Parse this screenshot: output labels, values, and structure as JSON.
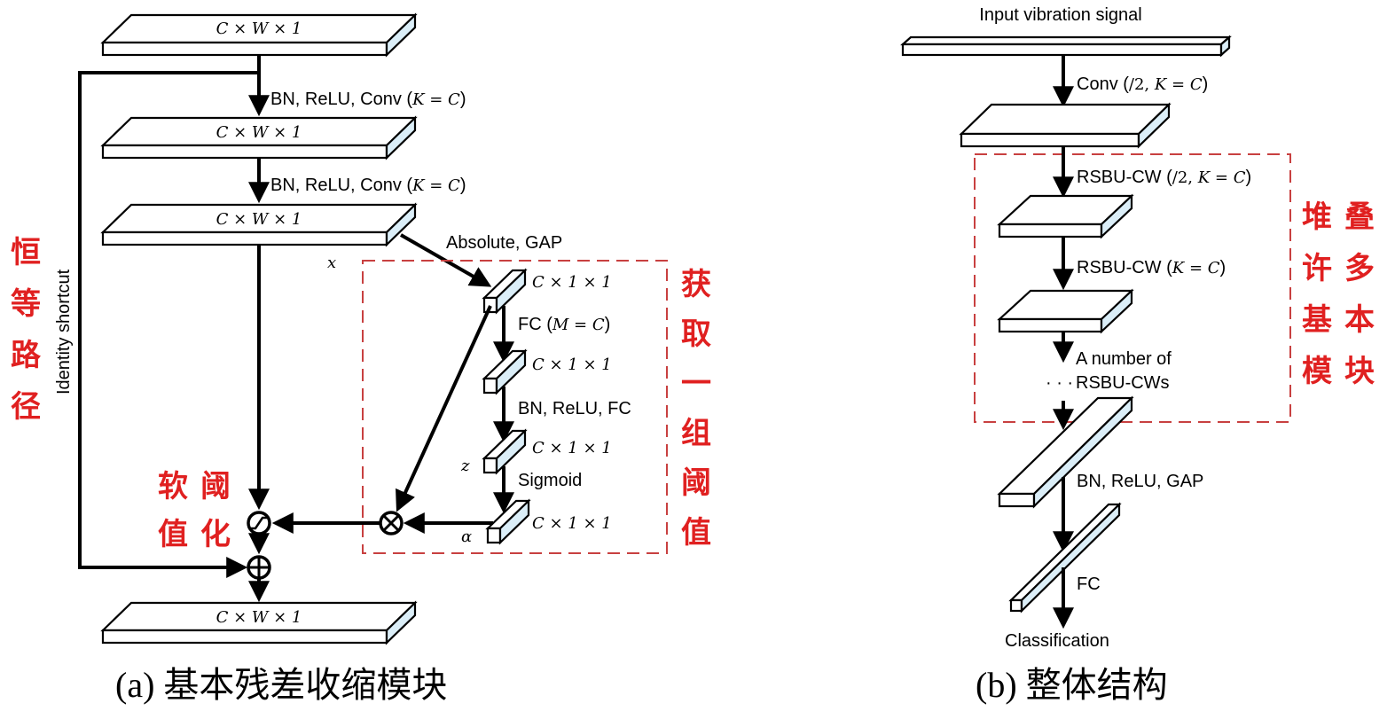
{
  "panel_a": {
    "caption": "(a) 基本残差收缩模块",
    "tensor_label": "C × W × 1",
    "vector_label": "C × 1 × 1",
    "steps": {
      "conv1": "BN, ReLU, Conv (K = C)",
      "conv2": "BN, ReLU, Conv (K = C)",
      "abs_gap": "Absolute, GAP",
      "fc1": "FC (M = C)",
      "fc2": "BN, ReLU, FC",
      "sigmoid": "Sigmoid"
    },
    "symbols": {
      "x": "x",
      "z": "z",
      "alpha": "α"
    },
    "shortcut_label": "Identity shortcut",
    "annotations": {
      "identity_path": [
        "恒",
        "等",
        "路",
        "径"
      ],
      "soft_threshold": [
        "软",
        "阈",
        "值",
        "化"
      ],
      "get_thresholds": [
        "获",
        "取",
        "一",
        "组",
        "阈",
        "值"
      ]
    },
    "operators": [
      "soft-threshold-op",
      "multiply-op",
      "add-op"
    ]
  },
  "panel_b": {
    "caption": "(b) 整体结构",
    "input_label": "Input vibration signal",
    "steps": {
      "conv": "Conv (/2, K = C)",
      "rsbu1": "RSBU-CW (/2, K = C)",
      "rsbu2": "RSBU-CW (K = C)",
      "many_1": "A number of",
      "many_2": "RSBU-CWs",
      "ellipsis": "· · ·",
      "bn_relu_gap": "BN, ReLU, GAP",
      "fc": "FC"
    },
    "output_label": "Classification",
    "annotations": {
      "stack_blocks": [
        "堆",
        "叠",
        "许",
        "多",
        "基",
        "本",
        "模",
        "块"
      ]
    }
  },
  "colors": {
    "annotation_red": "#e02020",
    "dashed_box": "#c84040",
    "box_side": "#dbeef8"
  }
}
